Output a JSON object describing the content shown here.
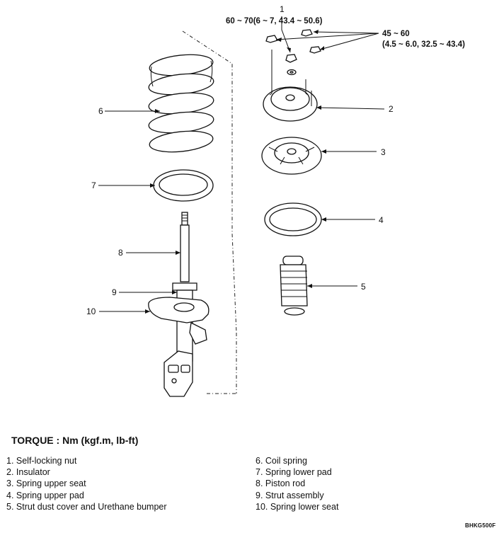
{
  "callouts": {
    "c1": "1",
    "c1_torque": "60 ~ 70(6 ~ 7, 43.4 ~ 50.6)",
    "c45": "45 ~ 60",
    "c45_torque": "(4.5 ~ 6.0, 32.5 ~ 43.4)",
    "c2": "2",
    "c3": "3",
    "c4": "4",
    "c5": "5",
    "c6": "6",
    "c7": "7",
    "c8": "8",
    "c9": "9",
    "c10": "10"
  },
  "torque_title": "TORQUE : Nm (kgf.m, lb-ft)",
  "legend_left": [
    "1. Self-locking nut",
    "2. Insulator",
    "3. Spring upper seat",
    "4. Spring upper pad",
    "5. Strut dust cover and Urethane bumper"
  ],
  "legend_right": [
    "6. Coil spring",
    "7. Spring lower pad",
    "8. Piston rod",
    "9. Strut assembly",
    "10. Spring lower seat"
  ],
  "figure_code": "BHKG500F"
}
